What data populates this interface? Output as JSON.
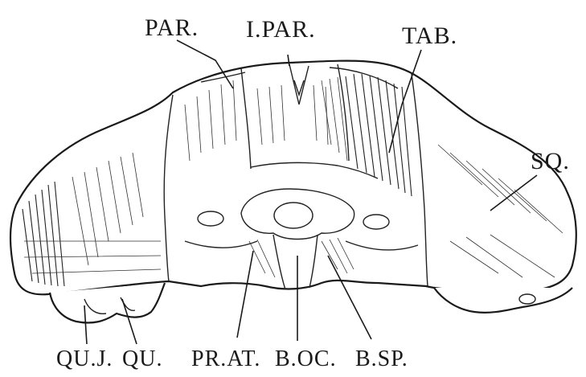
{
  "labels": {
    "par": "PAR.",
    "ipar": "I.PAR.",
    "tab": "TAB.",
    "sq": "SQ.",
    "quj": "QU.J.",
    "qu": "QU.",
    "prat": "PR.AT.",
    "boc": "B.OC.",
    "bsp": "B.SP."
  }
}
